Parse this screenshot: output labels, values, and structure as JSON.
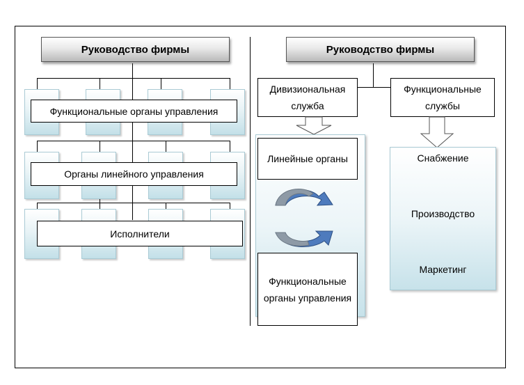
{
  "left": {
    "head": "Руководство фирмы",
    "functional": "Функциональные органы управления",
    "linear": "Органы линейного управления",
    "executors": "Исполнители"
  },
  "right": {
    "head": "Руководство фирмы",
    "divisional": "Дивизиональная служба",
    "functional_services": "Функциональные службы",
    "linear_organs": "Линейные органы",
    "functional_organs": "Функциональные органы управления",
    "supply": "Снабжение",
    "production": "Производство",
    "marketing": "Маркетинг"
  },
  "colors": {
    "box_blue": "#c3e0e8",
    "arrow_blue": "#4e7bbd",
    "arrow_gray": "#8e9aa6"
  }
}
